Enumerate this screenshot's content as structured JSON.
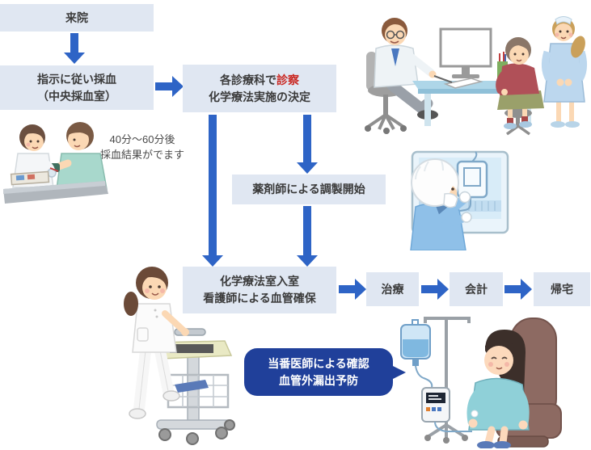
{
  "flow": {
    "arrival": {
      "label": "来院"
    },
    "blood_draw": {
      "line1": "指示に従い採血",
      "line2": "（中央採血室）"
    },
    "blood_note": {
      "line1": "40分～60分後",
      "line2": "採血結果がでます"
    },
    "consult": {
      "line1_pre": "各診療科で",
      "line1_red": "診察",
      "line2": "化学療法実施の決定"
    },
    "pharmacist": {
      "label": "薬剤師による調製開始"
    },
    "chemo_room": {
      "line1": "化学療法室入室",
      "line2": "看護師による血管確保"
    },
    "treatment": {
      "label": "治療"
    },
    "payment": {
      "label": "会計"
    },
    "go_home": {
      "label": "帰宅"
    },
    "callout": {
      "line1": "当番医師による確認",
      "line2": "血管外漏出予防"
    }
  },
  "colors": {
    "box_bg": "#e0e7f2",
    "arrow_blue": "#2e64c6",
    "callout_bg": "#20409a",
    "callout_text": "#ffffff",
    "text_dark": "#3b3b3b",
    "accent_red": "#c9251f"
  },
  "illustrations": {
    "consultation": "doctor-patient-nurse-consultation-scene",
    "blood_draw": "nurse-taking-blood-sample-scene",
    "pharmacy": "pharmacist-preparing-iv-bag-in-safety-cabinet-scene",
    "nurse_cart": "nurse-pushing-medical-cart-scene",
    "infusion": "patient-receiving-iv-infusion-in-recliner-scene"
  }
}
